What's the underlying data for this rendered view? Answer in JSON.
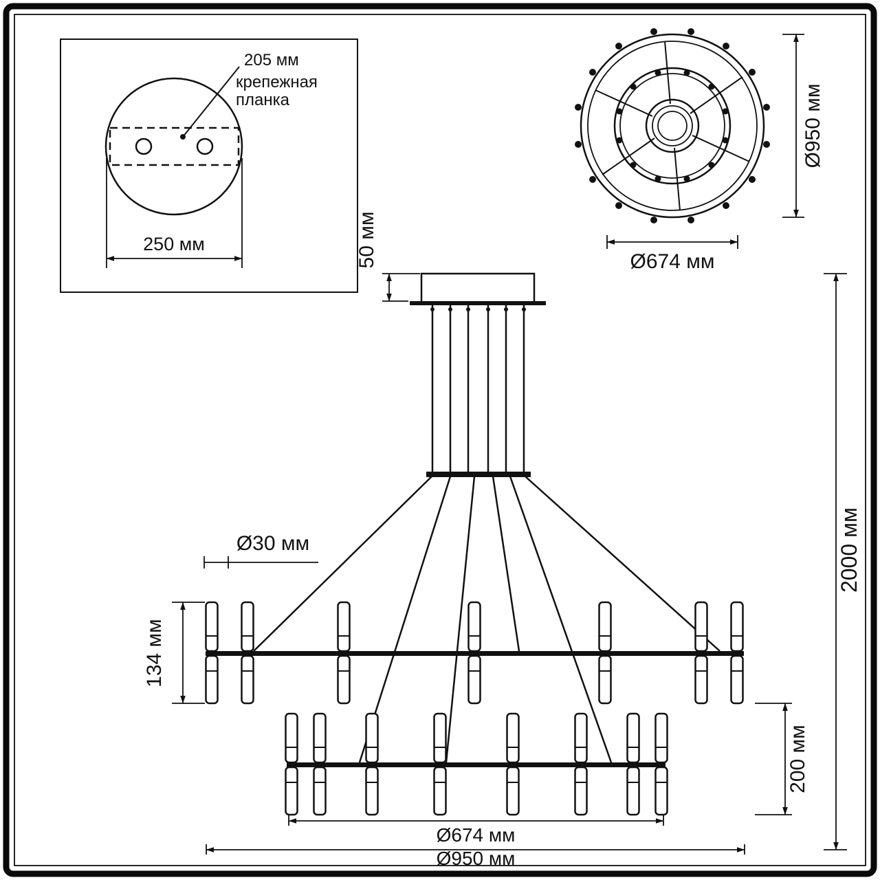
{
  "colors": {
    "ink": "#111111",
    "paper": "#ffffff"
  },
  "detail_box": {
    "offset_label": "205 мм",
    "bracket_line1": "крепежная",
    "bracket_line2": "планка",
    "base_width_label": "250 мм"
  },
  "top_view": {
    "outer_diameter_label": "Ø950 мм",
    "inner_diameter_label": "Ø674 мм"
  },
  "side_view": {
    "canopy_height_label": "50 мм",
    "tube_diameter_label": "Ø30 мм",
    "lamp_height_label": "134 мм",
    "tier_gap_label": "200 мм",
    "overall_height_label": "2000 мм",
    "lower_diameter_label": "Ø674 мм",
    "upper_diameter_label": "Ø950 мм"
  }
}
